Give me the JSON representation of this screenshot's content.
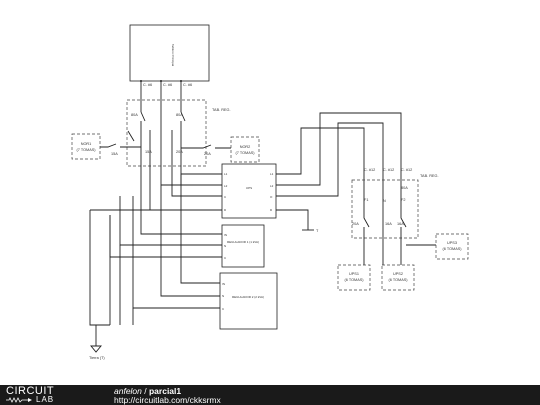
{
  "diagram": {
    "source_box": "Tablero Principal",
    "conductors_top": [
      "C. #6",
      "C. #6",
      "C. #6"
    ],
    "panel_top": "TAB. REG.",
    "breaker_left": "80A",
    "breaker_right": "80A",
    "breaker_15a": "15A",
    "breaker_20a": "20A",
    "nor1": {
      "title": "NOR1",
      "sub": "(7 TOMAS)"
    },
    "nor2": {
      "title": "NOR2",
      "sub": "(7 TOMAS)"
    },
    "ups_main": "UPS",
    "ups_pin_l": [
      "L1",
      "L2",
      "C",
      "C",
      "D"
    ],
    "ups_pin_r": [
      "L1",
      "L2",
      "O",
      "D"
    ],
    "reg1": "REGULADOR 1 (1 kVA)",
    "reg2": "REGULADOR 2 (2 kVA)",
    "reg_pin": [
      "IN",
      "N",
      "C"
    ],
    "conductors_right": [
      "C. #12",
      "C. #12",
      "C. #12"
    ],
    "panel_right": "TAB. REG.",
    "main_breaker": "80A",
    "bus": [
      "F1",
      "N",
      "F2"
    ],
    "right_breaker_1": "20A",
    "right_breaker_2": "16A",
    "right_breaker_3": "16A",
    "ups1": {
      "title": "UPS1",
      "sub": "(6 TOMAS)"
    },
    "ups2": {
      "title": "UPS2",
      "sub": "(6 TOMAS)"
    },
    "ups3": {
      "title": "UPS3",
      "sub": "(6 TOMAS)"
    },
    "ground": "Tierra (T)",
    "ground_mark": "T"
  },
  "footer": {
    "brand_top": "CIRCUIT",
    "brand_bottom": "LAB",
    "user": "anfelon",
    "separator": " / ",
    "project": "parcial1",
    "url": "http://circuitlab.com/ckksrmx"
  }
}
